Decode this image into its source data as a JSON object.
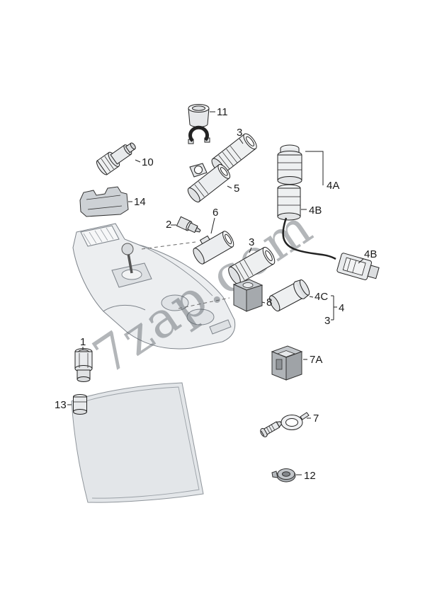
{
  "watermark": "7zap.com",
  "callouts": {
    "n11": "11",
    "n3_top": "3",
    "n10": "10",
    "n5": "5",
    "n4A": "4A",
    "n4B_socket": "4B",
    "n14": "14",
    "n2": "2",
    "n6": "6",
    "n3_mid": "3",
    "n4B_connector": "4B",
    "n8": "8",
    "n4C": "4C",
    "n4": "4",
    "n3_group": "3",
    "n1": "1",
    "n7A": "7A",
    "n13": "13",
    "n7": "7",
    "n12": "12"
  }
}
